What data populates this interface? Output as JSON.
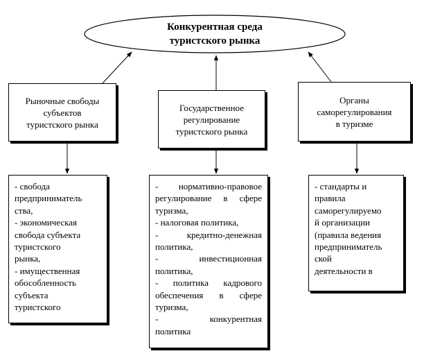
{
  "center": {
    "title_line1": "Конкурентная среда",
    "title_line2": "туристского рынка"
  },
  "categories": [
    {
      "lines": [
        "Рыночные свободы",
        "субъектов",
        "туристского рынка"
      ],
      "items": [
        "- свобода",
        "предприниматель",
        "ства,",
        "- экономическая",
        "свобода субъекта",
        "туристского",
        "рынка,",
        "- имущественная",
        "обособленность",
        "субъекта",
        "туристского"
      ]
    },
    {
      "lines": [
        "Государственное",
        "регулирование",
        "туристского рынка"
      ],
      "items": [
        "- нормативно-правовое",
        "регулирование в сфере",
        "туризма,",
        "- налоговая политика,",
        "- кредитно-денежная",
        "политика,",
        "- инвестиционная",
        "политика,",
        "- политика кадрового",
        "обеспечения в сфере",
        "туризма,",
        "- конкурентная",
        "политика"
      ]
    },
    {
      "lines": [
        "Органы",
        "саморегулирования",
        "в туризме"
      ],
      "items": [
        "- стандарты и",
        "правила",
        "саморегулируемо",
        "й организации",
        "(правила ведения",
        "предприниматель",
        "ской",
        "деятельности в"
      ]
    }
  ]
}
